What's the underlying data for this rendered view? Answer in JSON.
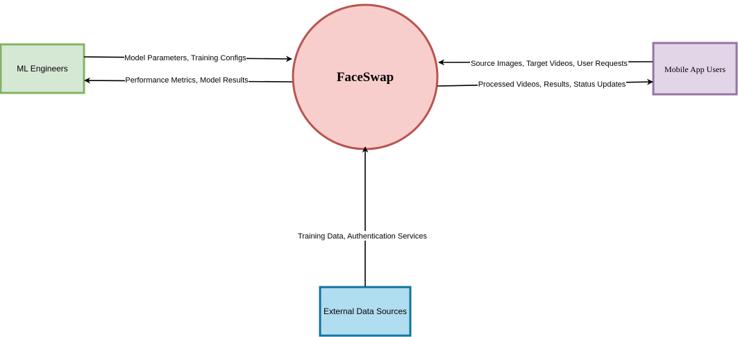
{
  "process": {
    "label": "FaceSwap",
    "fill": "#f8cecc",
    "stroke": "#b85450"
  },
  "entities": {
    "ml_engineers": {
      "label": "ML Engineers",
      "fill": "#d5e8d4",
      "stroke": "#82b366"
    },
    "mobile_users": {
      "label": "Mobile App Users",
      "fill": "#e1d5e7",
      "stroke": "#9673a6"
    },
    "external_sources": {
      "label": "External Data Sources",
      "fill": "#b1ddf0",
      "stroke": "#10739e"
    }
  },
  "flows": {
    "model_parameters": "Model Parameters, Training Configs",
    "performance_metrics": "Performance Metrics, Model Results",
    "source_images": "Source Images, Target Videos, User Requests",
    "processed_videos": "Processed Videos, Results, Status Updates",
    "training_data": "Training Data, Authentication Services"
  }
}
